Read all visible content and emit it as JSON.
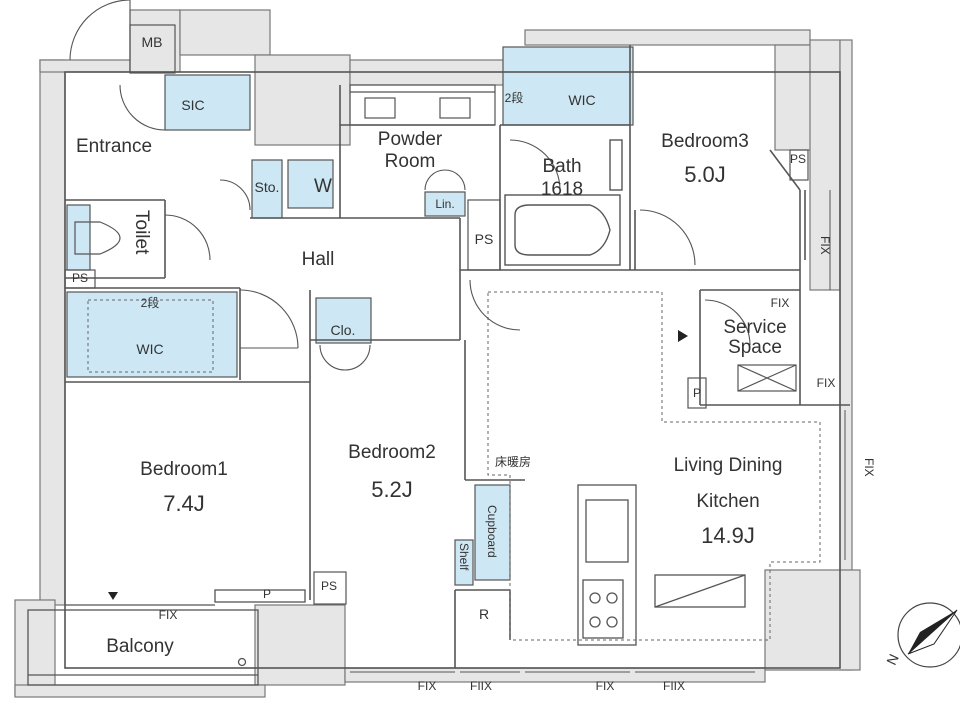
{
  "rooms": {
    "mb": "MB",
    "sic": "SIC",
    "entrance": "Entrance",
    "powder_room_line1": "Powder",
    "powder_room_line2": "Room",
    "stairs_wic_top": "2段",
    "wic_top": "WIC",
    "bath": "Bath",
    "bath_size": "1618",
    "bedroom3": "Bedroom3",
    "bedroom3_size": "5.0J",
    "sto": "Sto.",
    "w": "W",
    "lin": "Lin.",
    "ps": "PS",
    "toilet": "Toilet",
    "hall": "Hall",
    "stairs_wic_left": "2段",
    "wic_left": "WIC",
    "clo": "Clo.",
    "service_line1": "Service",
    "service_line2": "Space",
    "p": "P",
    "bedroom1": "Bedroom1",
    "bedroom1_size": "7.4J",
    "bedroom2": "Bedroom2",
    "bedroom2_size": "5.2J",
    "floor_heating": "床暖房",
    "ldk_line1": "Living Dining",
    "ldk_line2": "Kitchen",
    "ldk_size": "14.9J",
    "shelf": "Shelf",
    "cupboard": "Cupboard",
    "r": "R",
    "balcony": "Balcony",
    "fix": "FIX",
    "fiix": "FIIX",
    "north": "N"
  },
  "colors": {
    "wall": "#666666",
    "wall_fill": "#e6e6e6",
    "storage": "#cde7f4",
    "line": "#555555"
  }
}
